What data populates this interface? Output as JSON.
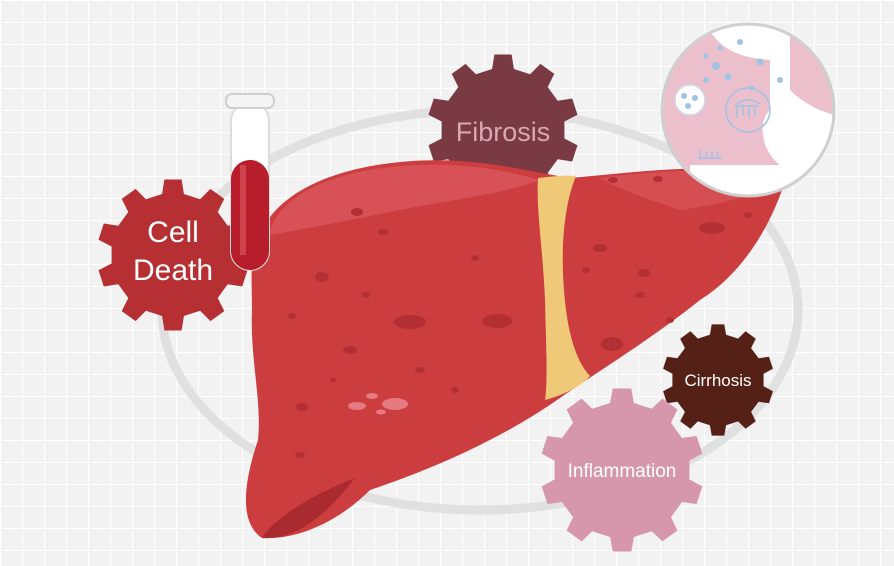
{
  "labels": {
    "cell_death_line1": "Cell",
    "cell_death_line2": "Death",
    "fibrosis": "Fibrosis",
    "cirrhosis": "Cirrhosis",
    "inflammation": "Inflammation"
  },
  "colors": {
    "background": "#f2f2f2",
    "liver": "#cc3d3f",
    "liver_dark": "#a92a2f",
    "liver_highlight": "#d8555a",
    "liver_spots": "#b32f34",
    "ligament": "#efc878",
    "gallbladder": "#5d9a2f",
    "cell_death_gear": "#b52f33",
    "fibrosis_gear": "#7a3a43",
    "cirrhosis_gear": "#552116",
    "inflammation_gear": "#d697ad",
    "ring": "#e0e0e0",
    "cell_circle_bg": "#ebbfcc",
    "cell_circle_border": "#cfcfcf",
    "test_tube_blood": "#b71d2a"
  },
  "icons": {
    "test_tube": "test-tube-icon",
    "cell_magnifier": "cell-magnifier-icon"
  }
}
